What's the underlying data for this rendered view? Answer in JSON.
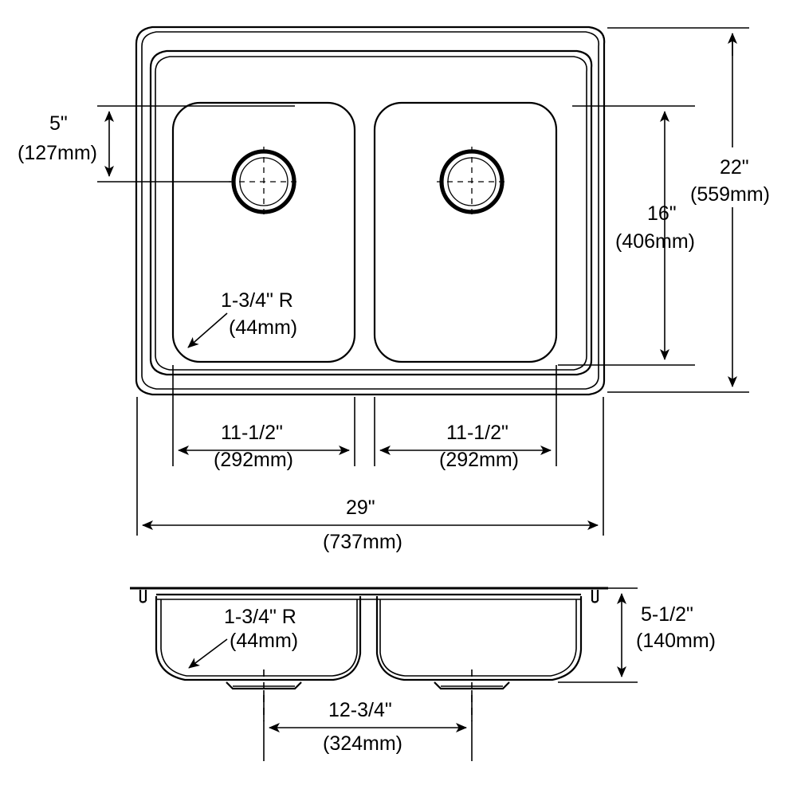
{
  "drawing": {
    "type": "engineering-dimension-drawing",
    "subject": "double-bowl drop-in kitchen sink",
    "views": [
      {
        "name": "top-view",
        "label": ""
      },
      {
        "name": "section-view",
        "label": ""
      }
    ],
    "line_color": "#000000",
    "background_color": "#ffffff"
  },
  "top_view": {
    "name": "top-view",
    "dimensions": {
      "bowl_top_offset": {
        "name": "dim-5in",
        "inch": "5\"",
        "mm": "(127mm)"
      },
      "bowl_depth_front_to_back": {
        "name": "dim-16in",
        "inch": "16\"",
        "mm": "(406mm)"
      },
      "overall_depth": {
        "name": "dim-22in",
        "inch": "22\"",
        "mm": "(559mm)"
      },
      "left_bowl_width": {
        "name": "dim-11-1-2-in-left",
        "inch": "11-1/2\"",
        "mm": "(292mm)"
      },
      "right_bowl_width": {
        "name": "dim-11-1-2-in-right",
        "inch": "11-1/2\"",
        "mm": "(292mm)"
      },
      "overall_width": {
        "name": "dim-29in",
        "inch": "29\"",
        "mm": "(737mm)"
      },
      "corner_radius": {
        "name": "dim-radius-top",
        "inch": "1-3/4\" R",
        "mm": "(44mm)"
      }
    },
    "features": {
      "drain_left": "drain-circle-left",
      "drain_right": "drain-circle-right",
      "bowl_left": "bowl-left",
      "bowl_right": "bowl-right",
      "rim": "sink-rim"
    }
  },
  "section_view": {
    "name": "section-view",
    "dimensions": {
      "bowl_height": {
        "name": "dim-5-1-2-in",
        "inch": "5-1/2\"",
        "mm": "(140mm)"
      },
      "drain_center_spacing": {
        "name": "dim-12-3-4-in",
        "inch": "12-3/4\"",
        "mm": "(324mm)"
      },
      "corner_radius": {
        "name": "dim-radius-section",
        "inch": "1-3/4\" R",
        "mm": "(44mm)"
      }
    },
    "features": {
      "clip_left": "mounting-clip-left",
      "clip_right": "mounting-clip-right",
      "bowl_left": "section-bowl-left",
      "bowl_right": "section-bowl-right",
      "drain_left": "section-drain-left",
      "drain_right": "section-drain-right"
    }
  }
}
